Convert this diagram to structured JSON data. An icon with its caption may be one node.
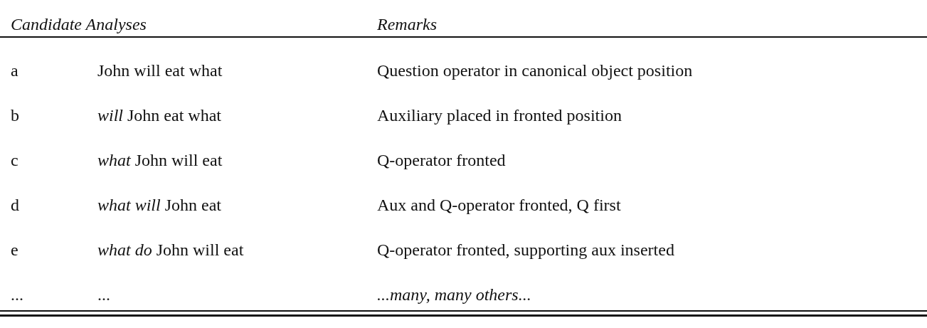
{
  "diagram": {
    "labels": [
      "Candidate Analyses",
      "Remarks",
      "a",
      "John will eat what",
      "Question operator in canonical object position",
      "b",
      "*will* John eat what",
      "Auxiliary placed in fronted position",
      "c",
      "*what* John will eat",
      "Q-operator fronted",
      "d",
      "*what will* John eat",
      "Aux and Q-operator fronted, Q first",
      "e",
      "*what do* John will eat",
      "Q-operator fronted, supporting aux inserted",
      "...",
      "...",
      "...many, many others..."
    ]
  }
}
